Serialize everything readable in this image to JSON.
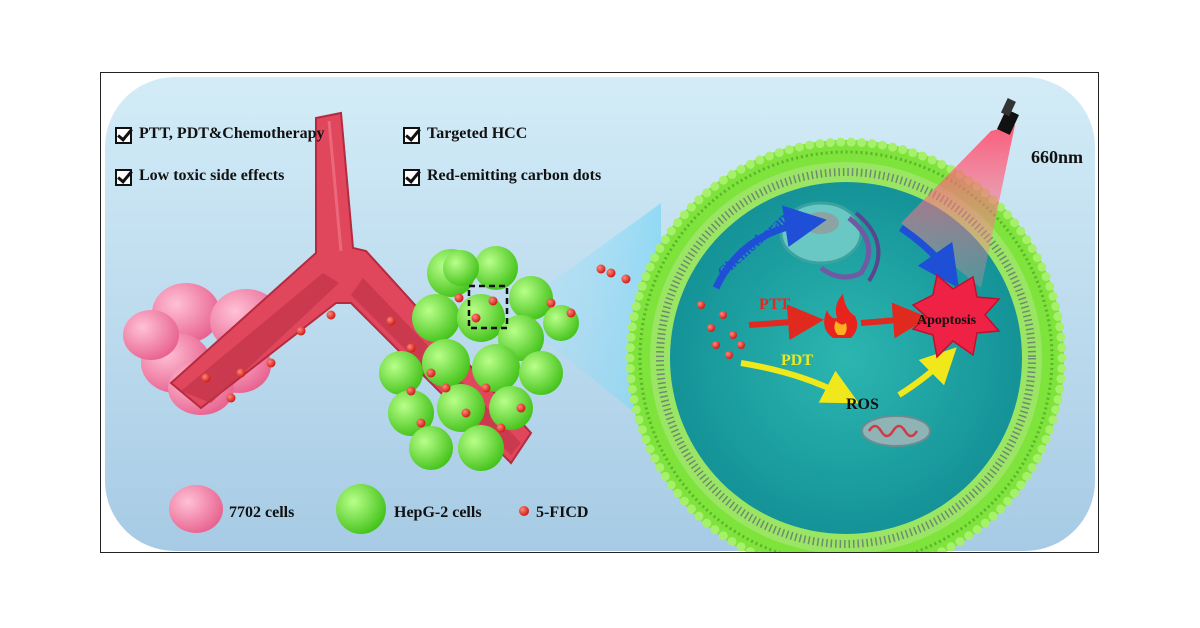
{
  "features": [
    {
      "label": "PTT, PDT&Chemotherapy"
    },
    {
      "label": "Targeted HCC"
    },
    {
      "label": "Low toxic side effects"
    },
    {
      "label": "Red-emitting carbon dots"
    }
  ],
  "laser": {
    "wavelength": "660nm"
  },
  "pathways": {
    "chemotherapy": "Chemotherapy",
    "ptt": "PTT",
    "pdt": "PDT",
    "ros": "ROS",
    "apoptosis": "Apoptosis"
  },
  "legend": [
    {
      "label": "7702 cells",
      "color": "#f27aa0"
    },
    {
      "label": "HepG-2 cells",
      "color": "#6fe23c"
    },
    {
      "label": "5-FICD",
      "color": "#e8231d"
    }
  ],
  "colors": {
    "background_top": "#cfeaf6",
    "background_bottom": "#a9cde6",
    "vessel": "#e8495e",
    "cell_membrane": "#7fe23a",
    "cytoplasm": "#1aa7a7",
    "chemo_arrow": "#1f4fd6",
    "ptt_arrow": "#e12a1f",
    "pdt_arrow": "#f0e81a"
  }
}
